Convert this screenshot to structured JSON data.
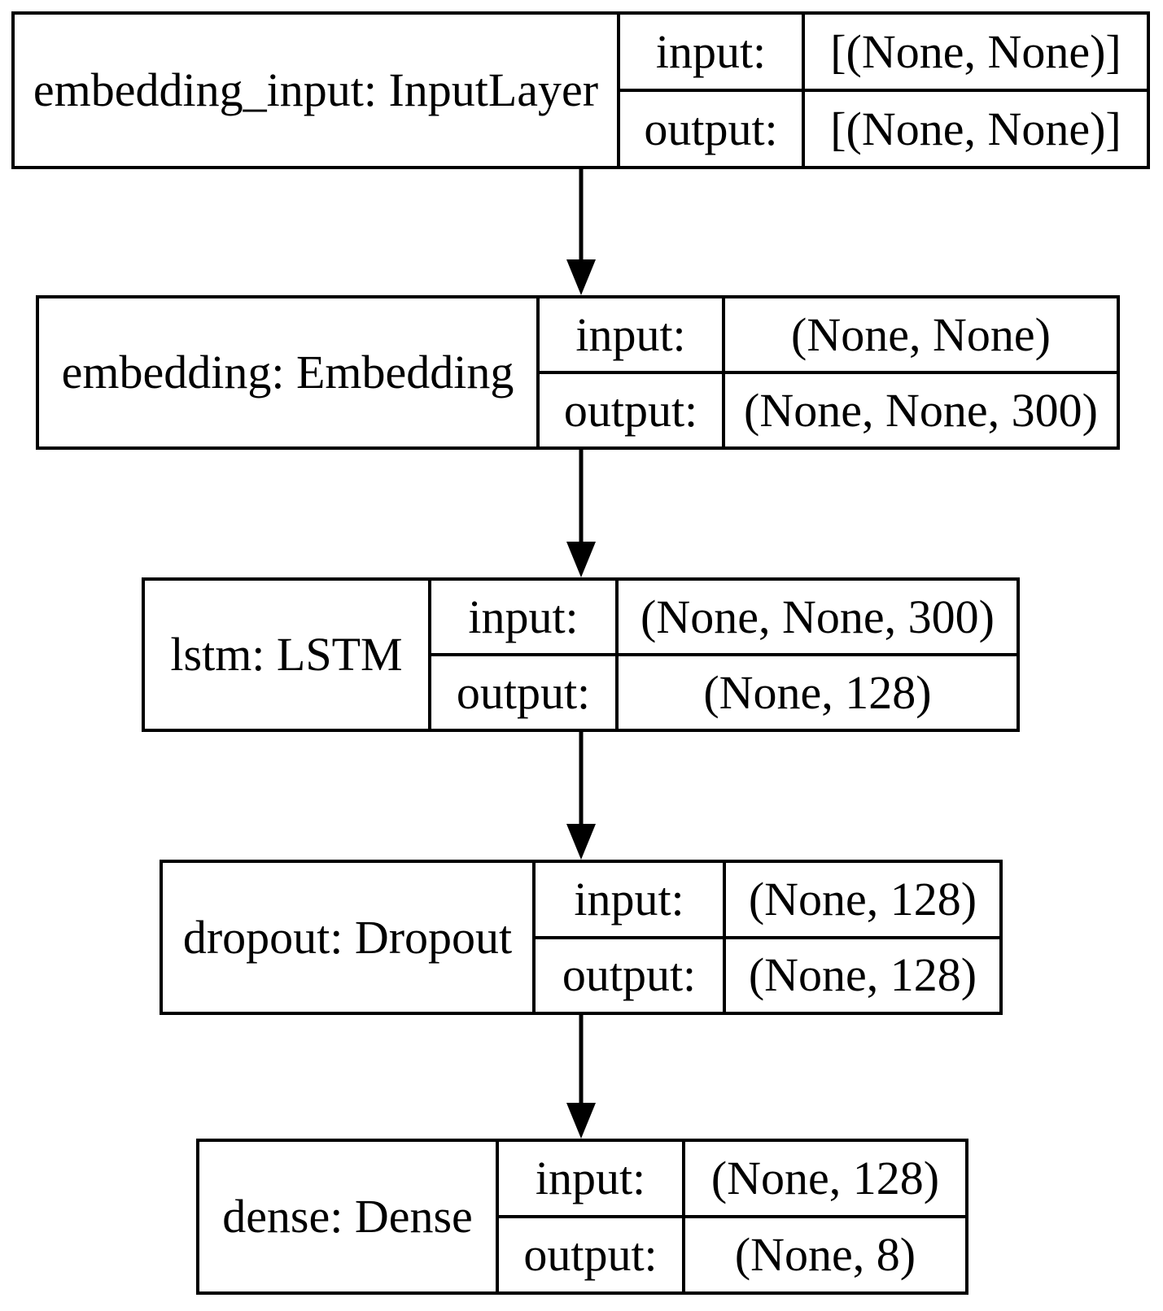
{
  "diagram": {
    "kind": "keras-model-plot",
    "colors": {
      "background": "#ffffff",
      "line": "#000000",
      "text": "#000000"
    },
    "io_labels": {
      "input": "input:",
      "output": "output:"
    },
    "layers": [
      {
        "name": "embedding_input: InputLayer",
        "input_shape": "[(None, None)]",
        "output_shape": "[(None, None)]"
      },
      {
        "name": "embedding: Embedding",
        "input_shape": "(None, None)",
        "output_shape": "(None, None, 300)"
      },
      {
        "name": "lstm: LSTM",
        "input_shape": "(None, None, 300)",
        "output_shape": "(None, 128)"
      },
      {
        "name": "dropout: Dropout",
        "input_shape": "(None, 128)",
        "output_shape": "(None, 128)"
      },
      {
        "name": "dense: Dense",
        "input_shape": "(None, 128)",
        "output_shape": "(None, 8)"
      }
    ],
    "edges": [
      {
        "from": "embedding_input",
        "to": "embedding"
      },
      {
        "from": "embedding",
        "to": "lstm"
      },
      {
        "from": "lstm",
        "to": "dropout"
      },
      {
        "from": "dropout",
        "to": "dense"
      }
    ]
  }
}
